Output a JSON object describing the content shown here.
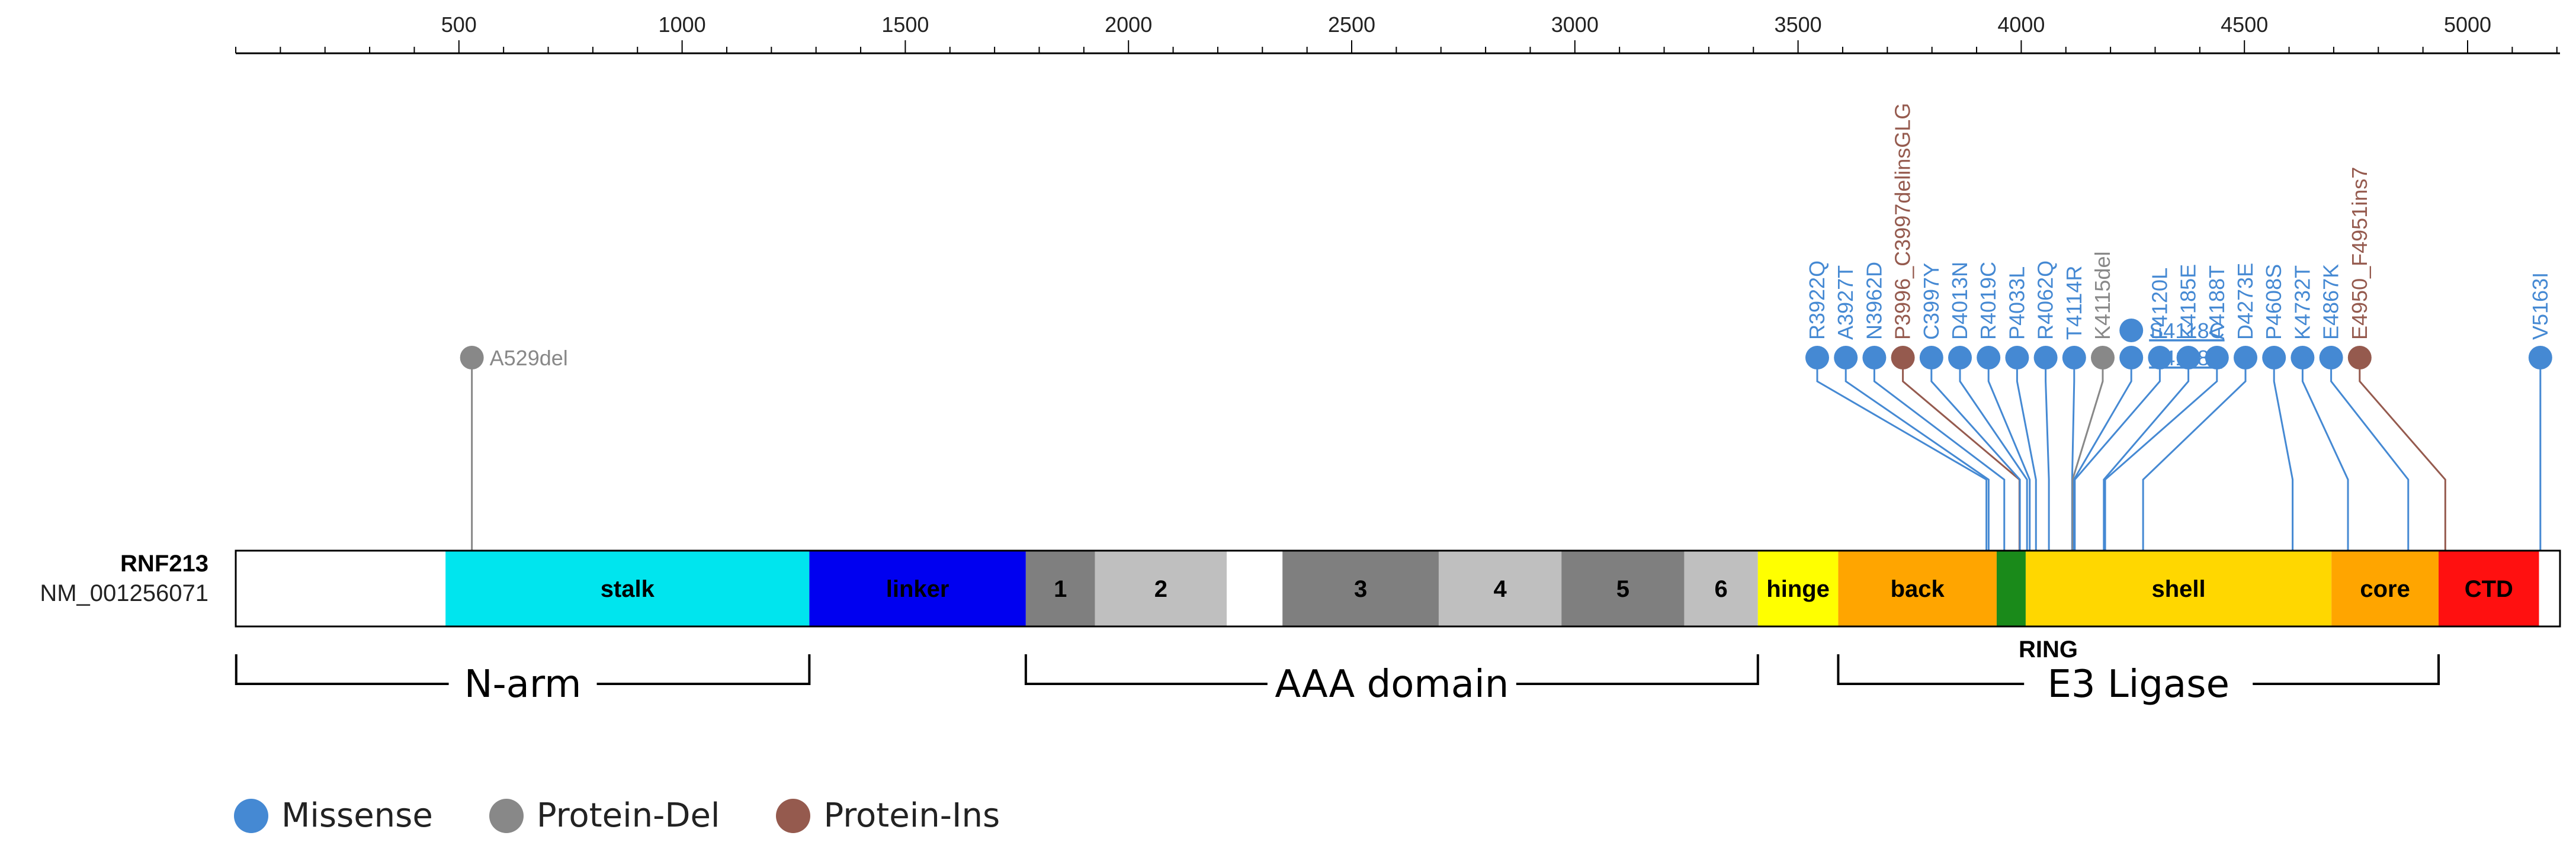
{
  "colors": {
    "missense": "#4589d3",
    "protein_del": "#888888",
    "protein_ins": "#955a4e",
    "axis": "#000000"
  },
  "gene": {
    "name": "RNF213",
    "transcript": "NM_001256071"
  },
  "axis": {
    "min": 0,
    "max": 5207,
    "ticks": [
      500,
      1000,
      1500,
      2000,
      2500,
      3000,
      3500,
      4000,
      4500,
      5000
    ],
    "minor_step": 100
  },
  "domains": [
    {
      "name": "",
      "start": 1,
      "end": 470,
      "color": "#ffffff"
    },
    {
      "name": "stalk",
      "start": 470,
      "end": 1285,
      "color": "#00e5ee"
    },
    {
      "name": "linker",
      "start": 1285,
      "end": 1770,
      "color": "#0000f0"
    },
    {
      "name": "1",
      "start": 1770,
      "end": 1925,
      "color": "#7f7f7f"
    },
    {
      "name": "2",
      "start": 1925,
      "end": 2220,
      "color": "#bfbfbf"
    },
    {
      "name": "",
      "start": 2220,
      "end": 2345,
      "color": "#ffffff"
    },
    {
      "name": "3",
      "start": 2345,
      "end": 2695,
      "color": "#7f7f7f"
    },
    {
      "name": "4",
      "start": 2695,
      "end": 2970,
      "color": "#bfbfbf"
    },
    {
      "name": "5",
      "start": 2970,
      "end": 3245,
      "color": "#7f7f7f"
    },
    {
      "name": "6",
      "start": 3245,
      "end": 3410,
      "color": "#bfbfbf"
    },
    {
      "name": "hinge",
      "start": 3410,
      "end": 3590,
      "color": "#ffff00"
    },
    {
      "name": "back",
      "start": 3590,
      "end": 3945,
      "color": "#ffa500"
    },
    {
      "name": "",
      "start": 3945,
      "end": 4010,
      "color": "#1a8a1a"
    },
    {
      "name": "shell",
      "start": 4010,
      "end": 4695,
      "color": "#ffd700"
    },
    {
      "name": "core",
      "start": 4695,
      "end": 4935,
      "color": "#ffa500"
    },
    {
      "name": "CTD",
      "start": 4935,
      "end": 5160,
      "color": "#ff1010"
    },
    {
      "name": "",
      "start": 5160,
      "end": 5207,
      "color": "#ffffff"
    }
  ],
  "brackets": [
    {
      "label": "N-arm",
      "start": 1,
      "end": 1285
    },
    {
      "label": "AAA domain",
      "start": 1770,
      "end": 3410
    },
    {
      "label": "E3 Ligase",
      "start": 3590,
      "end": 4935
    }
  ],
  "ring_label": "RING",
  "mutations": [
    {
      "label": "A529del",
      "pos": 529,
      "type": "protein_del"
    },
    {
      "label": "R3922Q",
      "pos": 3922,
      "type": "missense"
    },
    {
      "label": "A3927T",
      "pos": 3927,
      "type": "missense"
    },
    {
      "label": "N3962D",
      "pos": 3962,
      "type": "missense"
    },
    {
      "label": "P3996_C3997delinsGLG",
      "pos": 3996,
      "type": "protein_ins"
    },
    {
      "label": "C3997Y",
      "pos": 3997,
      "type": "missense"
    },
    {
      "label": "D4013N",
      "pos": 4013,
      "type": "missense"
    },
    {
      "label": "R4019C",
      "pos": 4019,
      "type": "missense"
    },
    {
      "label": "P4033L",
      "pos": 4033,
      "type": "missense"
    },
    {
      "label": "R4062Q",
      "pos": 4062,
      "type": "missense"
    },
    {
      "label": "T4114R",
      "pos": 4114,
      "type": "missense"
    },
    {
      "label": "K4115del",
      "pos": 4115,
      "type": "protein_del"
    },
    {
      "label": "S4118F",
      "pos": 4118,
      "type": "missense"
    },
    {
      "label": "S4118C",
      "pos": 4118,
      "type": "missense"
    },
    {
      "label": "F4120L",
      "pos": 4120,
      "type": "missense"
    },
    {
      "label": "K4185E",
      "pos": 4185,
      "type": "missense"
    },
    {
      "label": "A4188T",
      "pos": 4188,
      "type": "missense"
    },
    {
      "label": "D4273E",
      "pos": 4273,
      "type": "missense"
    },
    {
      "label": "P4608S",
      "pos": 4608,
      "type": "missense"
    },
    {
      "label": "K4732T",
      "pos": 4732,
      "type": "missense"
    },
    {
      "label": "E4867K",
      "pos": 4867,
      "type": "missense"
    },
    {
      "label": "E4950_F4951ins7",
      "pos": 4950,
      "type": "protein_ins"
    },
    {
      "label": "V5163I",
      "pos": 5163,
      "type": "missense"
    }
  ],
  "legend": [
    {
      "label": "Missense",
      "type": "missense"
    },
    {
      "label": "Protein-Del",
      "type": "protein_del"
    },
    {
      "label": "Protein-Ins",
      "type": "protein_ins"
    }
  ]
}
